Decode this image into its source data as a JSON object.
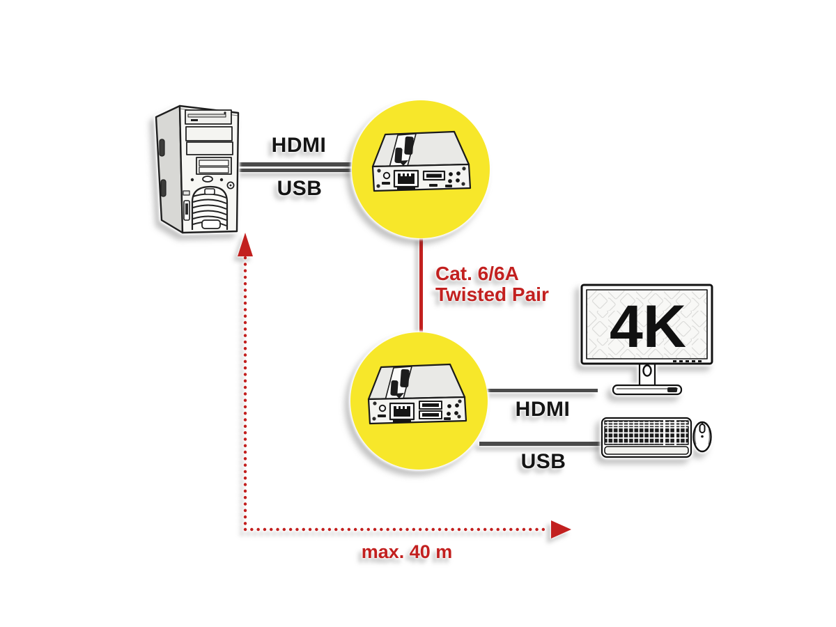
{
  "colors": {
    "accent_red": "#c2201f",
    "highlight_yellow": "#f7e72a",
    "cable_gray": "#4a4a4a",
    "ink": "#1a1a1a"
  },
  "labels": {
    "pc_side": {
      "hdmi": "HDMI",
      "usb": "USB"
    },
    "link_cable": {
      "line1": "Cat. 6/6A",
      "line2": "Twisted Pair"
    },
    "peripheral_side": {
      "hdmi": "HDMI",
      "usb": "USB"
    },
    "distance": "max. 40 m",
    "monitor_resolution": "4K"
  },
  "icons": {
    "pc": "pc-tower-illustration",
    "transmitter": "kvm-extender-transmitter-illustration",
    "receiver": "kvm-extender-receiver-illustration",
    "monitor": "4k-monitor-illustration",
    "keyboard": "keyboard-illustration",
    "mouse": "mouse-illustration"
  }
}
